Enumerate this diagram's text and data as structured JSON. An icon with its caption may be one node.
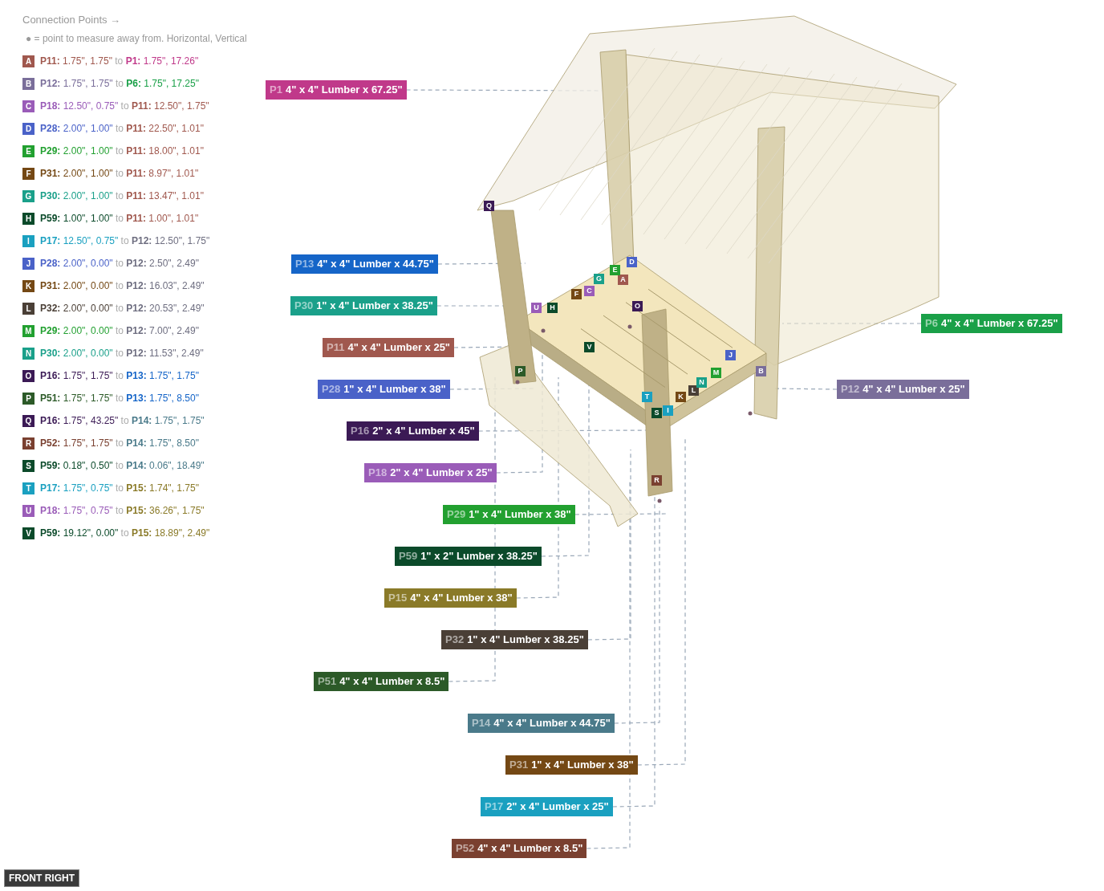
{
  "diagram": {
    "nodes": [
      {
        "text": [
          "A"
        ],
        "beside": [
          "**P11:** 1.75\", 1.75\"",
          "to",
          "**P1:** 1.75\", 17.26\""
        ]
      },
      {
        "text": [
          "B"
        ],
        "beside": [
          "**P12:** 1.75\", 1.75\"",
          "to",
          "**P6:** 1.75\", 17.25\""
        ]
      },
      {
        "text": [
          "C"
        ],
        "beside": [
          "**P18:** 12.50\", 0.75\"",
          "to",
          "**P11:** 12.50\", 1.75\""
        ]
      },
      {
        "text": [
          "D"
        ],
        "beside": [
          "**P28:** 2.00\", 1.00\"",
          "to",
          "**P11:** 22.50\", 1.01\""
        ]
      },
      {
        "text": [
          "E"
        ],
        "beside": [
          "**P29:** 2.00\", 1.00\"",
          "to",
          "**P11:** 18.00\", 1.01\""
        ]
      },
      {
        "text": [
          "F"
        ],
        "beside": [
          "**P31:** 2.00\", 1.00\"",
          "to",
          "**P11:** 8.97\", 1.01\""
        ]
      },
      {
        "text": [
          "G"
        ],
        "beside": [
          "**P30:** 2.00\", 1.00\"",
          "to",
          "**P11:** 13.47\", 1.01\""
        ]
      },
      {
        "text": [
          "H"
        ],
        "beside": [
          "**P59:** 1.00\", 1.00\"",
          "to",
          "**P11:** 1.00\", 1.01\""
        ]
      },
      {
        "text": [
          "I"
        ],
        "beside": [
          "**P17:** 12.50\", 0.75\"",
          "to",
          "**P12:** 12.50\", 1.75\""
        ]
      },
      {
        "text": [
          "J"
        ],
        "beside": [
          "**P28:** 2.00\", 0.00\"",
          "to",
          "**P12:** 2.50\", 2.49\""
        ]
      },
      {
        "text": [
          "K"
        ],
        "beside": [
          "**P31:** 2.00\", 0.00\"",
          "to",
          "**P12:** 16.03\", 2.49\""
        ]
      },
      {
        "text": [
          "L"
        ],
        "beside": [
          "**P32:** 2.00\", 0.00\"",
          "to",
          "**P12:** 20.53\", 2.49\""
        ]
      },
      {
        "text": [
          "M"
        ],
        "beside": [
          "**P29:** 2.00\", 0.00\"",
          "to",
          "**P12:** 7.00\", 2.49\""
        ]
      },
      {
        "text": [
          "N"
        ],
        "beside": [
          "**P30:** 2.00\", 0.00\"",
          "to",
          "**P12:** 11.53\", 2.49\""
        ]
      },
      {
        "text": [
          "O"
        ],
        "beside": [
          "**P16:** 1.75\", 1.75\"",
          "to",
          "**P13:** 1.75\", 1.75\""
        ]
      },
      {
        "text": [
          "P"
        ],
        "beside": [
          "**P51:** 1.75\", 1.75\"",
          "to",
          "**P13:** 1.75\", 8.50\""
        ]
      },
      {
        "text": [
          "Q"
        ],
        "beside": [
          "**P16:** 1.75\", 43.25\"",
          "to",
          "**P14:** 1.75\", 1.75\""
        ]
      },
      {
        "text": [
          "R"
        ],
        "beside": [
          "**P52:** 1.75\", 1.75\"",
          "to",
          "**P14:** 1.75\", 8.50\""
        ]
      },
      {
        "text": [
          "S"
        ],
        "beside": [
          "**P59:** 0.18\", 0.50\"",
          "to",
          "**P14:** 0.06\", 18.49\""
        ]
      },
      {
        "text": [
          "T"
        ],
        "beside": [
          "**P17:** 1.75\", 0.75\"",
          "to",
          "**P15:** 1.74\", 1.75\""
        ]
      },
      {
        "text": [
          "U"
        ],
        "beside": [
          "**P18:** 1.75\", 0.75\"",
          "to",
          "**P15:** 36.26\", 1.75\""
        ]
      },
      {
        "text": [
          "V"
        ],
        "beside": [
          "**P59:** 19.12\", 0.00\"",
          "to",
          "**P15:** 18.89\", 2.49\""
        ]
      },
      {
        "text": [
          "P1",
          "4\" x 4\" Lumber x 67.25\""
        ]
      },
      {
        "text": [
          "P13",
          "4\" x 4\" Lumber x 44.75\""
        ]
      },
      {
        "text": [
          "P30",
          "1\" x 4\" Lumber x 38.25\""
        ]
      },
      {
        "text": [
          "P6",
          "4\" x 4\" Lumber x 67.25\""
        ]
      },
      {
        "text": [
          "P11",
          "4\" x 4\" Lumber x 25\""
        ]
      },
      {
        "text": [
          "P28",
          "1\" x 4\" Lumber x 38\""
        ]
      },
      {
        "text": [
          "P12",
          "4\" x 4\" Lumber x 25\""
        ]
      },
      {
        "text": [
          "P16",
          "2\" x 4\" Lumber x 45\""
        ]
      },
      {
        "text": [
          "P18",
          "2\" x 4\" Lumber x 25\""
        ]
      },
      {
        "text": [
          "P29",
          "1\" x 4\" Lumber x 38\""
        ]
      },
      {
        "text": [
          "P59",
          "1\" x 2\" Lumber x 38.25\""
        ]
      },
      {
        "text": [
          "P15",
          "4\" x 4\" Lumber x 38\""
        ]
      },
      {
        "text": [
          "P32",
          "1\" x 4\" Lumber x 38.25\""
        ]
      },
      {
        "text": [
          "P51",
          "4\" x 4\" Lumber x 8.5\""
        ]
      },
      {
        "text": [
          "P14",
          "4\" x 4\" Lumber x 44.75\""
        ]
      },
      {
        "text": [
          "P31",
          "1\" x 4\" Lumber x 38\""
        ]
      },
      {
        "text": [
          "P17",
          "2\" x 4\" Lumber x 25\""
        ]
      },
      {
        "text": [
          "P52",
          "4\" x 4\" Lumber x 8.5\""
        ]
      },
      {
        "text": [
          "A"
        ]
      },
      {
        "text": [
          "B"
        ]
      },
      {
        "text": [
          "C"
        ]
      },
      {
        "text": [
          "D"
        ]
      },
      {
        "text": [
          "E"
        ]
      },
      {
        "text": [
          "F"
        ]
      },
      {
        "text": [
          "G"
        ]
      },
      {
        "text": [
          "H"
        ]
      },
      {
        "text": [
          "I"
        ]
      },
      {
        "text": [
          "J"
        ]
      },
      {
        "text": [
          "K"
        ]
      },
      {
        "text": [
          "L"
        ]
      },
      {
        "text": [
          "M"
        ]
      },
      {
        "text": [
          "N"
        ]
      },
      {
        "text": [
          "O"
        ]
      },
      {
        "text": [
          "P"
        ]
      },
      {
        "text": [
          "Q"
        ]
      },
      {
        "text": [
          "R"
        ]
      },
      {
        "text": [
          "S"
        ]
      },
      {
        "text": [
          "T"
        ]
      },
      {
        "text": [
          "U"
        ]
      },
      {
        "text": [
          "V"
        ]
      }
    ],
    "edges": [
      {
        "from": 22,
        "to": null,
        "arrow": "none"
      },
      {
        "from": 23,
        "to": null,
        "arrow": "none"
      },
      {
        "from": 24,
        "to": null,
        "arrow": "none"
      },
      {
        "from": 25,
        "to": null,
        "arrow": "none"
      },
      {
        "from": 26,
        "to": null,
        "arrow": "none"
      },
      {
        "from": 27,
        "to": null,
        "arrow": "none"
      },
      {
        "from": 28,
        "to": null,
        "arrow": "none"
      },
      {
        "from": 29,
        "to": null,
        "arrow": "none"
      },
      {
        "from": 30,
        "to": null,
        "arrow": "none"
      },
      {
        "from": 31,
        "to": null,
        "arrow": "none"
      },
      {
        "from": 32,
        "to": null,
        "arrow": "none"
      },
      {
        "from": 33,
        "to": null,
        "arrow": "none"
      },
      {
        "from": 34,
        "to": null,
        "arrow": "none"
      },
      {
        "from": 35,
        "to": null,
        "arrow": "none"
      },
      {
        "from": 36,
        "to": null,
        "arrow": "none"
      },
      {
        "from": 37,
        "to": null,
        "arrow": "none"
      },
      {
        "from": 38,
        "to": null,
        "arrow": "none"
      },
      {
        "from": 39,
        "to": null,
        "arrow": "none"
      }
    ],
    "labels": [
      "Connection Points →",
      "● = point to measure away from. Horizontal, Vertical",
      "FRONT RIGHT"
    ]
  }
}
